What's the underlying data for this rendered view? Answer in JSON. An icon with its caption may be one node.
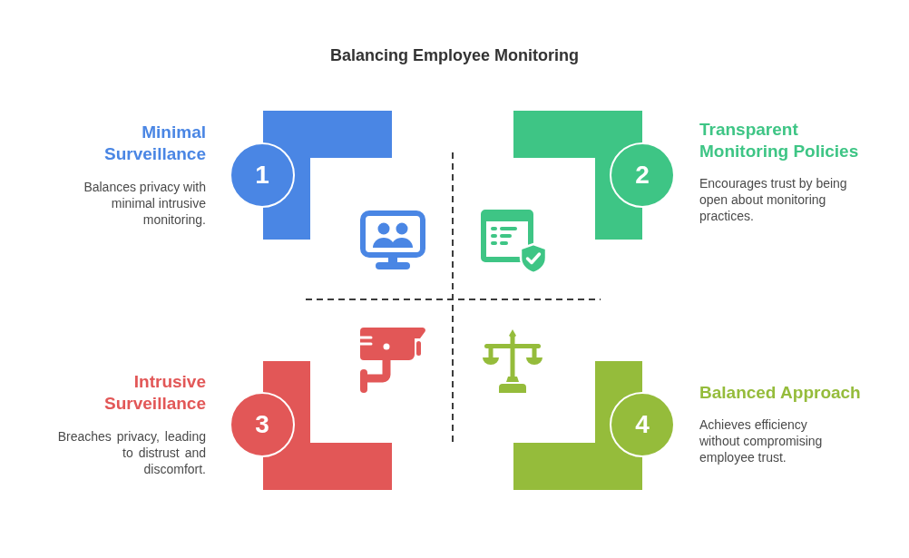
{
  "diagram": {
    "title": "Balancing Employee Monitoring",
    "nodes": [
      {
        "text": [],
        "shape": "box"
      },
      {
        "text": [
          "1"
        ],
        "beside": [
          "Minimal Surveillance",
          "Balances privacy with minimal intrusive monitoring."
        ]
      },
      {
        "text": [],
        "shape": "box"
      },
      {
        "text": [
          "2"
        ],
        "beside": [
          "Transparent Monitoring Policies",
          "Encourages trust by being open about monitoring practices."
        ]
      },
      {
        "text": [],
        "shape": "box"
      },
      {
        "text": [
          "3"
        ],
        "beside": [
          "Intrusive Surveillance",
          "Breaches privacy, leading to distrust and discomfort."
        ]
      },
      {
        "text": [],
        "shape": "box"
      },
      {
        "text": [
          "4"
        ],
        "beside": [
          "Balanced Approach",
          "Achieves efficiency without compromising employee trust."
        ]
      }
    ]
  }
}
